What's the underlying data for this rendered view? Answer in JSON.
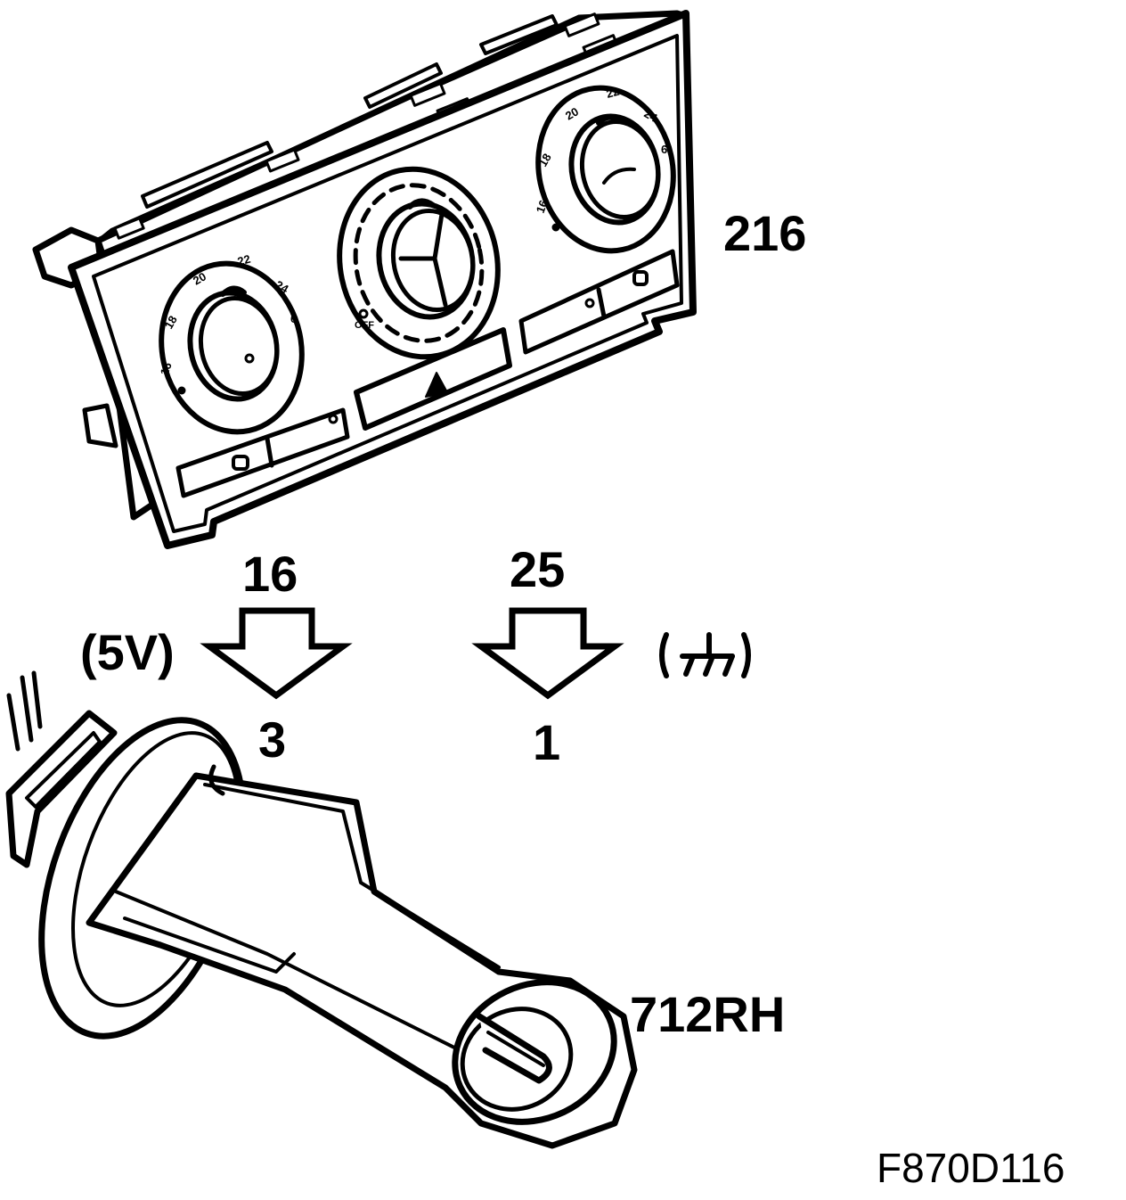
{
  "labels": {
    "component_control_panel": "216",
    "pin_from": "16",
    "pin_from_2": "25",
    "voltage": "(5V)",
    "pin_to": "3",
    "pin_to_2": "1",
    "component_sensor": "712RH",
    "figure_code": "F870D116"
  },
  "control_panel": {
    "left_dial_scale": [
      "16",
      "18",
      "20",
      "22",
      "24"
    ],
    "right_dial_scale": [
      "16",
      "18",
      "20",
      "22",
      "24"
    ],
    "center_dial_scale": [
      "OFF"
    ],
    "left_dial_end_mark": "6",
    "right_dial_end_mark": "6"
  },
  "icons": [
    "ground-symbol-icon",
    "hazard-triangle-icon",
    "recirculation-icon",
    "arrow-down-icon"
  ]
}
